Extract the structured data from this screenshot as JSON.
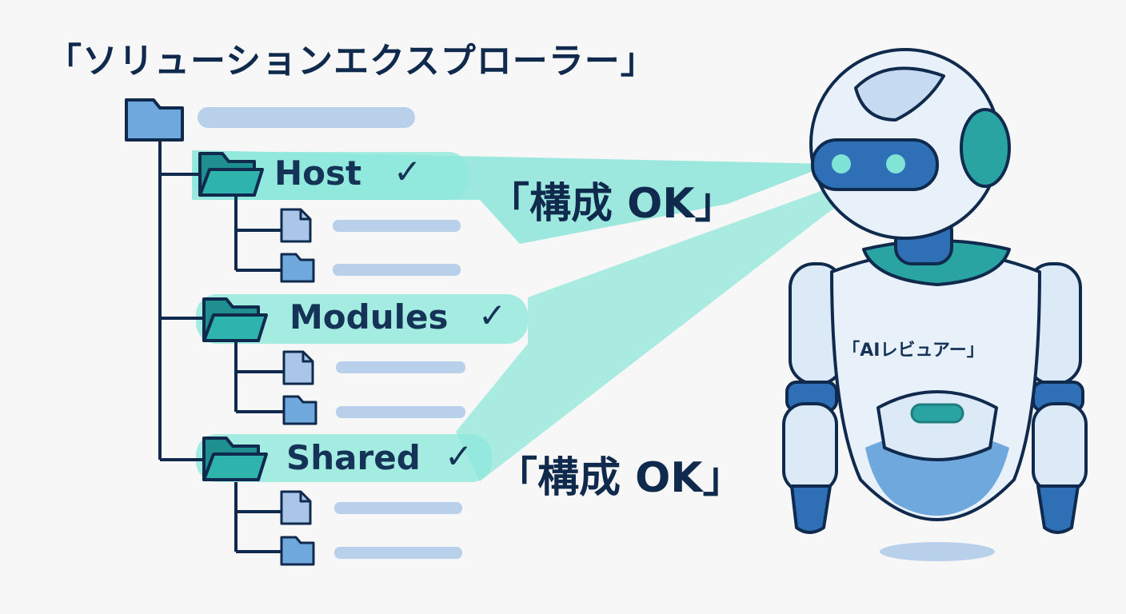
{
  "explorer": {
    "title": "「ソリューションエクスプローラー」",
    "folders": [
      {
        "name": "Host",
        "check": "✓"
      },
      {
        "name": "Modules",
        "check": "✓"
      },
      {
        "name": "Shared",
        "check": "✓"
      }
    ]
  },
  "verdicts": [
    "「構成 OK」",
    "「構成 OK」"
  ],
  "robot": {
    "badge": "「AIレビュアー」"
  },
  "colors": {
    "ink": "#102a4e",
    "folder_teal": "#2aa3a3",
    "folder_blue": "#6fa8dc",
    "file_blue": "#a9c6e8",
    "beam": "#7fe3d6",
    "placeholder_bar": "#b8d0ea",
    "robot_shell": "#dce9f7",
    "robot_accent": "#2e6fb5"
  }
}
